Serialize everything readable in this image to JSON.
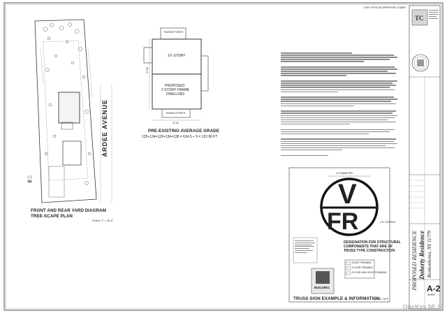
{
  "header": {
    "stamp_text": "COPY OF BLDG APPROVED STAMP"
  },
  "plan_left": {
    "street_name": "ARDEE AVENUE",
    "title_line1": "FRONT AND REAR YARD DIAGRAM",
    "title_line2": "TREE-SCAPE PLAN",
    "scale": "SCALE: 1\" = 30'-0\""
  },
  "plan_center": {
    "top_label": "RAISED PORCH",
    "story_label": "1½ STORY",
    "proposed_line1": "PROPOSED",
    "proposed_line2": "2 STORY FRAME",
    "proposed_line3": "DWELLING",
    "width_dim": "21.00",
    "height_dim": "27.00",
    "bottom_porch": "RAISED PORCH",
    "grade_title": "PRE-EXISTING AVERAGE GRADE",
    "grade_formula": "125+134+129+134+128 = 614.5 ÷ 5 = 122.90 FT"
  },
  "truss": {
    "title": "TRUSS SIGN EXAMPLE & INFORMATION",
    "scale": "SCALE: NTS",
    "diameter": "6\" DIAMETER",
    "letter_top": "V",
    "letter_bottom": "FR",
    "height_note": "1.5\" STROKE",
    "designation_line1": "DESIGNATION FOR STRUCTURAL",
    "designation_line2": "COMPONENTS THAT ARE OF",
    "designation_line3": "TRUSS TYPE CONSTRUCTION",
    "legend_items": [
      "ROOF FRAMING",
      "FLOOR FRAMING",
      "FLOOR AND ROOF FRAMING"
    ],
    "building_text": "BUILDING"
  },
  "titleblock": {
    "project_line1": "PROPOSED RESIDENCE",
    "project_line2": "Doherty Residence",
    "project_line3": "Ronkonkoma, NY 11779",
    "sheet_number": "A-2",
    "sheet_label": "SHEET"
  },
  "watermark": "OneKey MLS"
}
